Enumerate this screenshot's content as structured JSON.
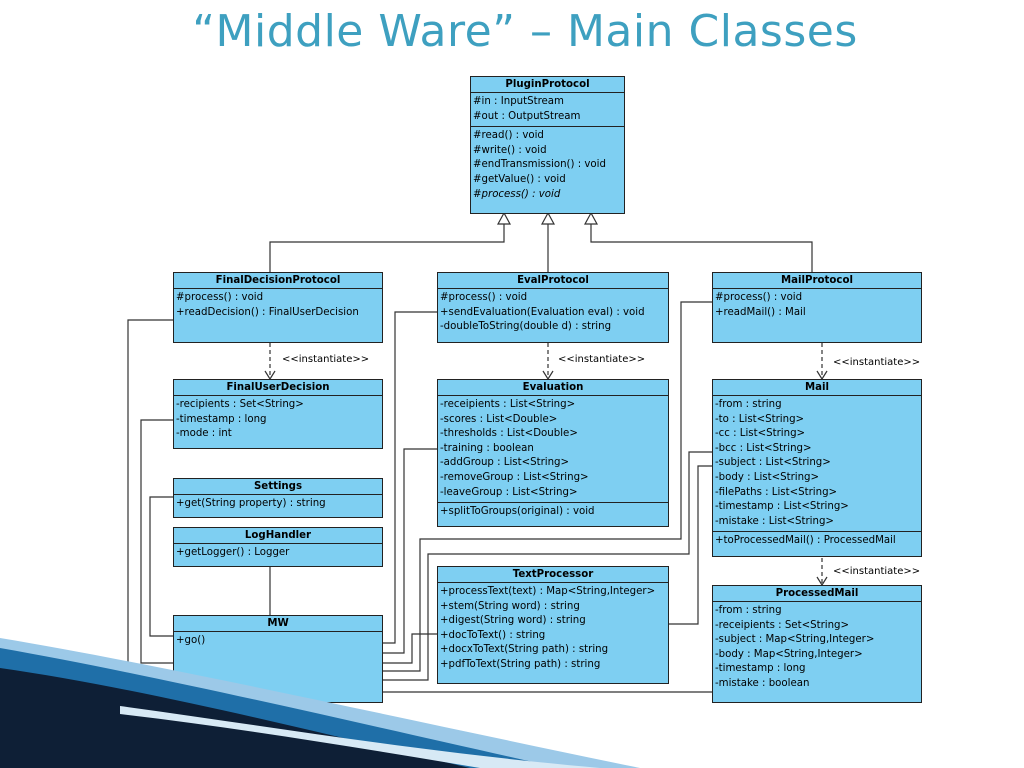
{
  "slide": {
    "title": "“Middle Ware” – Main Classes"
  },
  "colors": {
    "class_fill": "#7ecff2",
    "title": "#3ea0c0",
    "border": "#222222",
    "swoosh_dark": "#0e1f36",
    "swoosh_mid": "#1f6fa8",
    "swoosh_light": "#9cc9e8"
  },
  "classes": {
    "plugin_protocol": {
      "name": "PluginProtocol",
      "attributes": [
        "#in : InputStream",
        "#out : OutputStream"
      ],
      "operations": [
        "#read() : void",
        "#write() : void",
        "#endTransmission() : void",
        "#getValue() : void"
      ],
      "abstract_operations": [
        "#process() : void"
      ]
    },
    "final_decision_protocol": {
      "name": "FinalDecisionProtocol",
      "operations": [
        "#process() : void",
        "+readDecision() : FinalUserDecision"
      ]
    },
    "eval_protocol": {
      "name": "EvalProtocol",
      "operations": [
        "#process() : void",
        "+sendEvaluation(Evaluation eval) : void",
        "-doubleToString(double d) : string"
      ]
    },
    "mail_protocol": {
      "name": "MailProtocol",
      "operations": [
        "#process() : void",
        "+readMail() : Mail"
      ]
    },
    "final_user_decision": {
      "name": "FinalUserDecision",
      "attributes": [
        "-recipients : Set<String>",
        "-timestamp : long",
        "-mode : int"
      ]
    },
    "evaluation": {
      "name": "Evaluation",
      "attributes": [
        "-receipients : List<String>",
        "-scores : List<Double>",
        "-thresholds : List<Double>",
        "-training : boolean",
        "-addGroup : List<String>",
        "-removeGroup : List<String>",
        "-leaveGroup : List<String>"
      ],
      "operations": [
        "+splitToGroups(original) : void"
      ]
    },
    "mail": {
      "name": "Mail",
      "attributes": [
        "-from : string",
        "-to : List<String>",
        "-cc : List<String>",
        "-bcc : List<String>",
        "-subject : List<String>",
        "-body : List<String>",
        "-filePaths : List<String>",
        "-timestamp : List<String>",
        "-mistake : List<String>"
      ],
      "operations": [
        "+toProcessedMail() : ProcessedMail"
      ]
    },
    "settings": {
      "name": "Settings",
      "operations": [
        "+get(String property) : string"
      ]
    },
    "log_handler": {
      "name": "LogHandler",
      "operations": [
        "+getLogger() : Logger"
      ]
    },
    "mw": {
      "name": "MW",
      "operations": [
        "+go()"
      ]
    },
    "text_processor": {
      "name": "TextProcessor",
      "operations": [
        "+processText(text) : Map<String,Integer>",
        "+stem(String word) : string",
        "+digest(String word) : string",
        "+docToText() : string",
        "+docxToText(String path) : string",
        "+pdfToText(String path) : string"
      ]
    },
    "processed_mail": {
      "name": "ProcessedMail",
      "attributes": [
        "-from : string",
        "-receipients : Set<String>",
        "-subject : Map<String,Integer>",
        "-body : Map<String,Integer>",
        "-timestamp : long",
        "-mistake : boolean"
      ]
    }
  },
  "stereotypes": {
    "instantiate": "<<instantiate>>"
  }
}
